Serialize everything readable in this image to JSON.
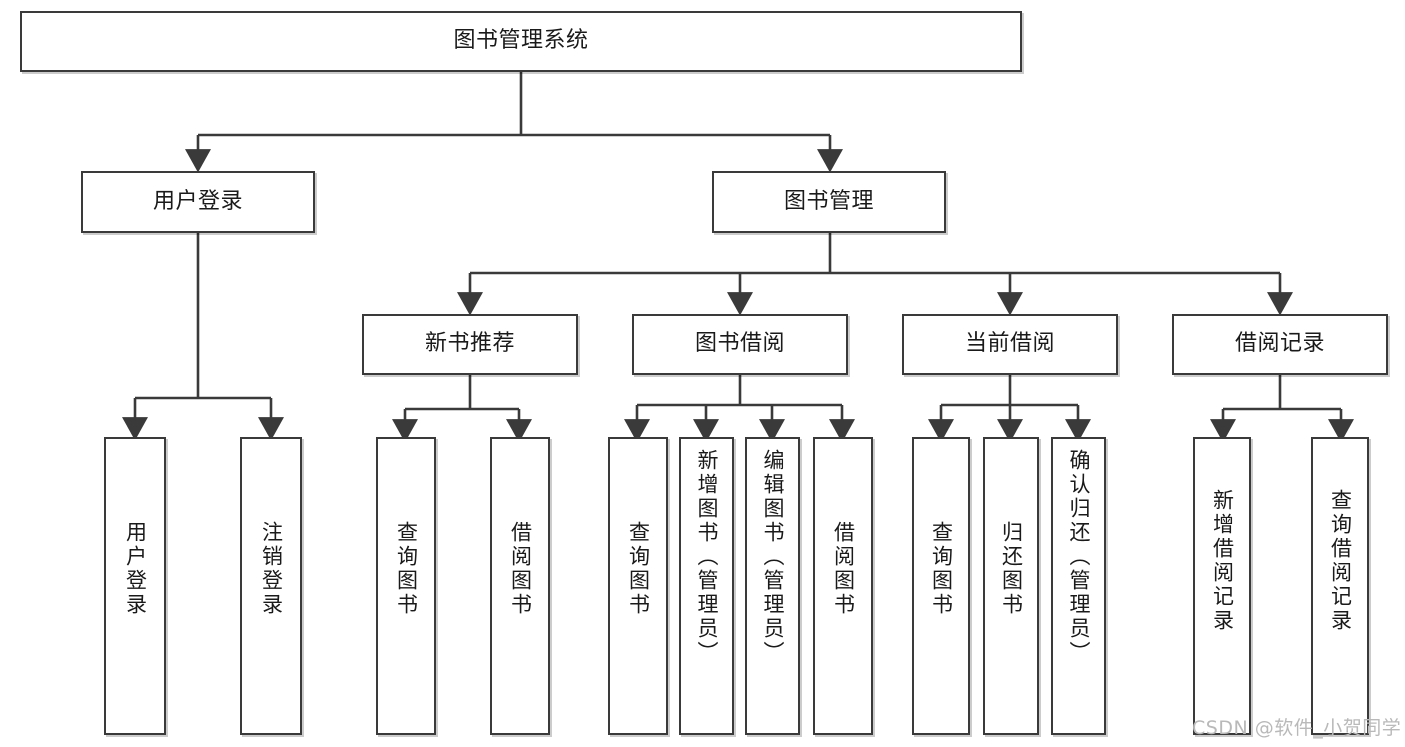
{
  "diagram": {
    "title": "图书管理系统",
    "type": "tree-hierarchy",
    "watermark": "CSDN @软件_小贺同学",
    "colors": {
      "box_border": "#3a3a3a",
      "box_fill": "#ffffff",
      "edge": "#3a3a3a",
      "text": "#1a1a1a",
      "watermark": "#b9b9b9",
      "background": "#ffffff"
    },
    "levels": {
      "root": {
        "label": "图书管理系统"
      },
      "level2": [
        {
          "label": "用户登录"
        },
        {
          "label": "图书管理"
        }
      ],
      "level3": [
        {
          "label": "新书推荐"
        },
        {
          "label": "图书借阅"
        },
        {
          "label": "当前借阅"
        },
        {
          "label": "借阅记录"
        }
      ],
      "leaves": {
        "user_login": [
          {
            "label": "用户登录"
          },
          {
            "label": "注销登录"
          }
        ],
        "new_book_recommend": [
          {
            "label": "查询图书"
          },
          {
            "label": "借阅图书"
          }
        ],
        "book_borrow": [
          {
            "label": "查询图书"
          },
          {
            "label": "新增图书（管理员）"
          },
          {
            "label": "编辑图书（管理员）"
          },
          {
            "label": "借阅图书"
          }
        ],
        "current_borrow": [
          {
            "label": "查询图书"
          },
          {
            "label": "归还图书"
          },
          {
            "label": "确认归还（管理员）"
          }
        ],
        "borrow_record": [
          {
            "label": "新增借阅记录"
          },
          {
            "label": "查询借阅记录"
          }
        ]
      }
    }
  }
}
